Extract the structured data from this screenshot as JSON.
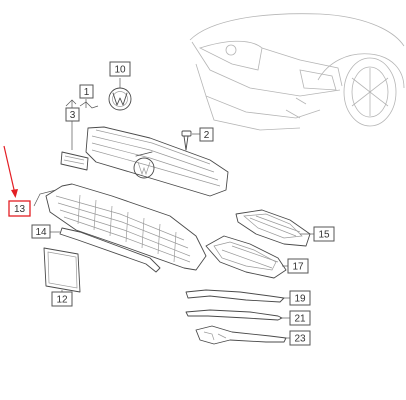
{
  "callouts": {
    "c1": "1",
    "c2": "2",
    "c3": "3",
    "c10": "10",
    "c12": "12",
    "c13": "13",
    "c14": "14",
    "c15": "15",
    "c17": "17",
    "c19": "19",
    "c21": "21",
    "c23": "23"
  },
  "colors": {
    "highlight_arrow": "#e31e24",
    "highlight_box": "#e31e24",
    "line": "#4a4a4a",
    "car_outline": "#b5b5b5"
  }
}
